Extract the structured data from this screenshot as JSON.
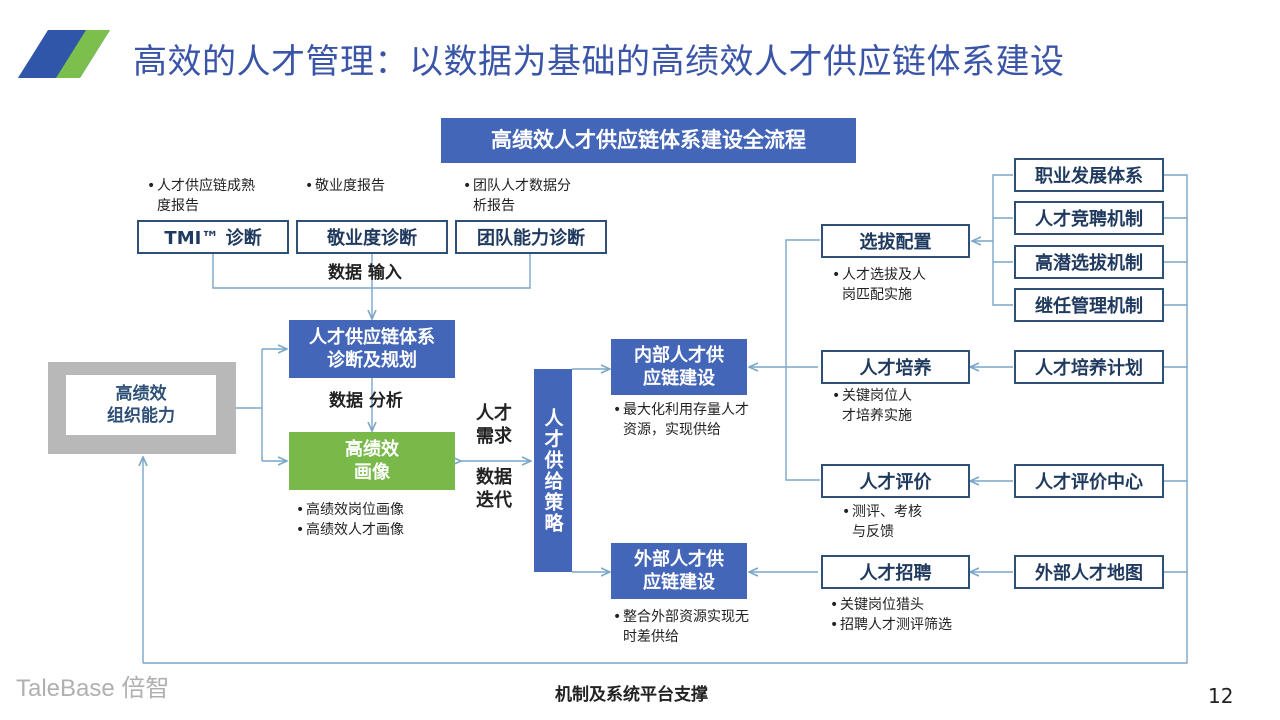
{
  "header": {
    "title": "高效的人才管理：以数据为基础的高绩效人才供应链体系建设"
  },
  "banner": "高绩效人才供应链体系建设全流程",
  "diagnostics": [
    {
      "label": "TMI™ 诊断",
      "note": [
        "人才供应链成熟",
        "度报告"
      ]
    },
    {
      "label": "敬业度诊断",
      "note": [
        "敬业度报告"
      ]
    },
    {
      "label": "团队能力诊断",
      "note": [
        "团队人才数据分",
        "析报告"
      ]
    }
  ],
  "labels": {
    "data_input": "数据 输入",
    "data_analysis": "数据 分析",
    "talent_demand": "人才\n需求",
    "data_iteration": "数据\n迭代"
  },
  "core": {
    "org_capability": "高绩效\n组织能力",
    "diagnosis_planning": "人才供应链体系\n诊断及规划",
    "portrait": "高绩效\n画像",
    "portrait_notes": [
      "高绩效岗位画像",
      "高绩效人才画像"
    ],
    "strategy": "人才供给策略"
  },
  "chains": {
    "internal": "内部人才供\n应链建设",
    "internal_note": [
      "最大化利用存量人才",
      "资源，实现供给"
    ],
    "external": "外部人才供\n应链建设",
    "external_note": [
      "整合外部资源实现无",
      "时差供给"
    ]
  },
  "functions": [
    {
      "label": "选拔配置",
      "note": [
        "人才选拔及人",
        "岗匹配实施"
      ]
    },
    {
      "label": "人才培养",
      "note": [
        "关键岗位人",
        "才培养实施"
      ]
    },
    {
      "label": "人才评价",
      "note": [
        "测评、考核",
        "与反馈"
      ]
    },
    {
      "label": "人才招聘",
      "note": [
        "关键岗位猎头",
        "招聘人才测评筛选"
      ]
    }
  ],
  "mechanisms": [
    "职业发展体系",
    "人才竞聘机制",
    "高潜选拔机制",
    "继任管理机制",
    "人才培养计划",
    "人才评价中心",
    "外部人才地图"
  ],
  "footer": {
    "support": "机制及系统平台支撑",
    "brand": "TaleBase 倍智",
    "page": "12"
  },
  "colors": {
    "title_blue": "#3a55a8",
    "box_blue": "#4466b8",
    "box_green": "#78b94a",
    "outline": "#2e5077",
    "connector": "#7aa6c8"
  }
}
